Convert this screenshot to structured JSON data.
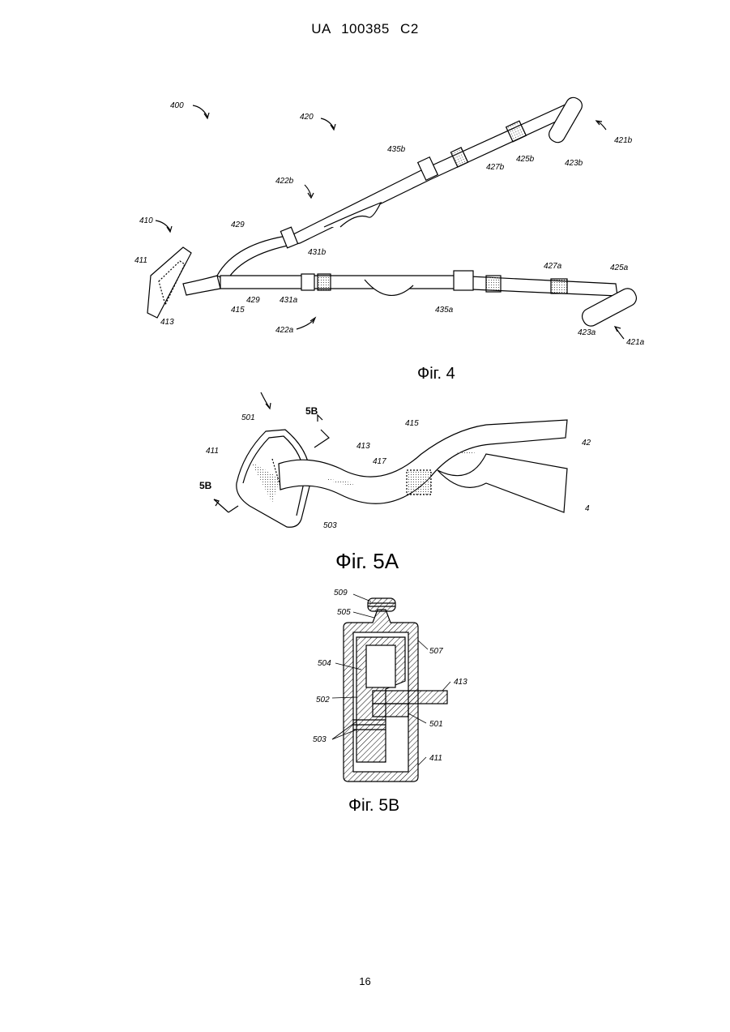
{
  "header": {
    "text": "UA   100385   C2"
  },
  "figures": {
    "fig4": {
      "caption": "Фіг. 4",
      "labels": [
        "400",
        "420",
        "421b",
        "435b",
        "425b",
        "423b",
        "427b",
        "422b",
        "429",
        "410",
        "431b",
        "411",
        "427a",
        "425a",
        "429",
        "431a",
        "435a",
        "415",
        "413",
        "422a",
        "423a",
        "421a"
      ]
    },
    "fig5a": {
      "caption": "Фіг. 5A",
      "labels": [
        "501",
        "5B",
        "415",
        "413",
        "417",
        "42",
        "411",
        "5B",
        "503",
        "4"
      ]
    },
    "fig5b": {
      "caption": "Фіг. 5B",
      "labels": [
        "509",
        "505",
        "507",
        "504",
        "413",
        "502",
        "501",
        "503",
        "411"
      ]
    }
  },
  "footer": {
    "page_number": "16"
  }
}
